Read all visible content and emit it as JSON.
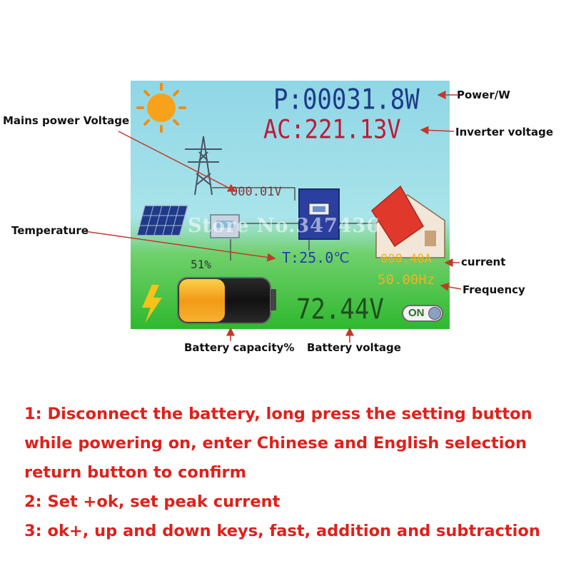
{
  "display": {
    "power": "P:00031.8W",
    "ac_voltage": "AC:221.13V",
    "grid_voltage": "000.01V",
    "temperature": "T:25.0℃",
    "current": "000.40A",
    "frequency": "50.00Hz",
    "battery_voltage": "72.44V",
    "battery_percent": "51%",
    "switch": "ON",
    "watermark": "Store No.347436"
  },
  "labels": {
    "power": "Power/W",
    "inverter_voltage": "Inverter voltage",
    "mains_voltage": "Mains power Voltage",
    "temperature": "Temperature",
    "current": "current",
    "frequency": "Frequency",
    "battery_capacity": "Battery capacity%",
    "battery_voltage": "Battery voltage"
  },
  "instructions": [
    "1: Disconnect the battery, long press the setting button",
    "while powering on, enter Chinese and English selection",
    "return button to confirm",
    "2: Set +ok, set peak current",
    "3: ok+, up and down keys, fast, addition and subtraction"
  ],
  "colors": {
    "instruction_text": "#e0201b",
    "power_text": "#1e3a8a",
    "ac_text": "#b91c3a",
    "current_text": "#f2b322",
    "annotation_line": "#c0392b"
  },
  "icons": [
    "sun-icon",
    "power-tower-icon",
    "solar-panel-icon",
    "inverter-icon",
    "house-icon",
    "battery-icon",
    "lightning-icon",
    "controller-icon"
  ]
}
